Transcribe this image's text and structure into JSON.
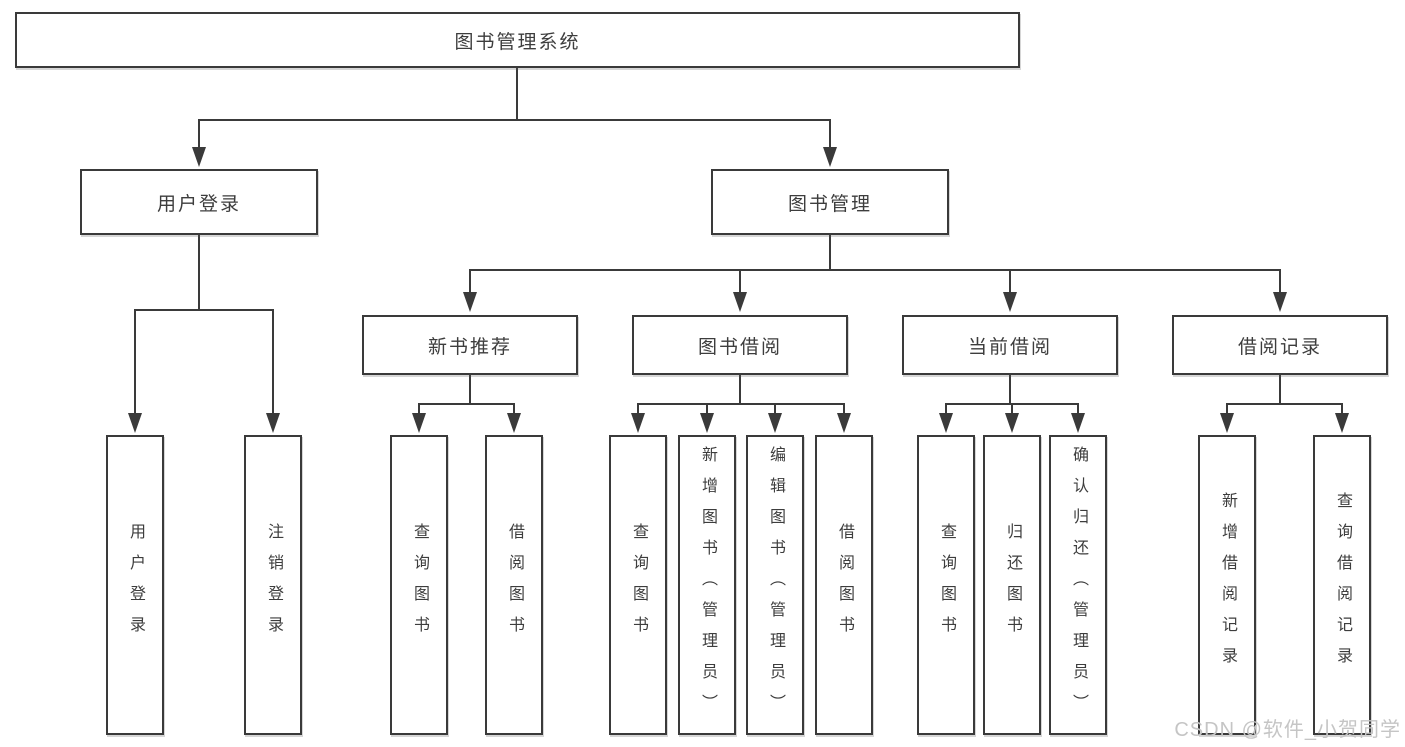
{
  "title": "图书管理系统",
  "level2": [
    {
      "label": "用户登录"
    },
    {
      "label": "图书管理"
    }
  ],
  "level3": [
    {
      "label": "新书推荐"
    },
    {
      "label": "图书借阅"
    },
    {
      "label": "当前借阅"
    },
    {
      "label": "借阅记录"
    }
  ],
  "leaves": {
    "login": [
      "用户登录",
      "注销登录"
    ],
    "recommend": [
      "查询图书",
      "借阅图书"
    ],
    "borrow": [
      "查询图书",
      "新增图书（管理员）",
      "编辑图书（管理员）",
      "借阅图书"
    ],
    "current": [
      "查询图书",
      "归还图书",
      "确认归还（管理员）"
    ],
    "records": [
      "新增借阅记录",
      "查询借阅记录"
    ]
  },
  "watermark": "CSDN @软件_小贺同学",
  "colors": {
    "line": "#3a3a3a",
    "text": "#3d3d3d",
    "watermark": "#c5c5c5",
    "bg": "#ffffff"
  }
}
